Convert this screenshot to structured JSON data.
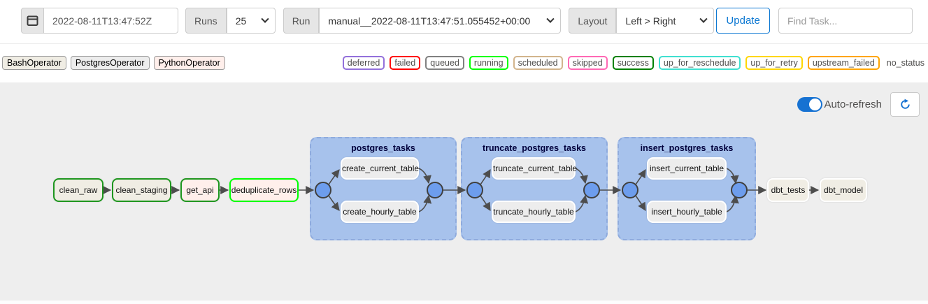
{
  "toolbar": {
    "base_date": "2022-08-11T13:47:52Z",
    "runs_label": "Runs",
    "runs_value": "25",
    "run_label": "Run",
    "run_value": "manual__2022-08-11T13:47:51.055452+00:00",
    "layout_label": "Layout",
    "layout_value": "Left > Right",
    "update_label": "Update",
    "find_task_placeholder": "Find Task..."
  },
  "legend": {
    "operators": [
      {
        "label": "BashOperator",
        "fill": "#f0ede4"
      },
      {
        "label": "PostgresOperator",
        "fill": "#ededed"
      },
      {
        "label": "PythonOperator",
        "fill": "#ffefeb"
      }
    ],
    "statuses": [
      {
        "label": "deferred",
        "border": "#9370DB"
      },
      {
        "label": "failed",
        "border": "#FF0000"
      },
      {
        "label": "queued",
        "border": "#808080"
      },
      {
        "label": "running",
        "border": "#00FF00"
      },
      {
        "label": "scheduled",
        "border": "#D2B48C"
      },
      {
        "label": "skipped",
        "border": "#FF69B4"
      },
      {
        "label": "success",
        "border": "#008000"
      },
      {
        "label": "up_for_reschedule",
        "border": "#40E0D0"
      },
      {
        "label": "up_for_retry",
        "border": "#FFD700"
      },
      {
        "label": "upstream_failed",
        "border": "#FFA500"
      },
      {
        "label": "no_status",
        "border": "none"
      }
    ]
  },
  "controls": {
    "auto_refresh_label": "Auto-refresh",
    "auto_refresh_on": true
  },
  "graph": {
    "groups": [
      {
        "label": "postgres_tasks"
      },
      {
        "label": "truncate_postgres_tasks"
      },
      {
        "label": "insert_postgres_tasks"
      }
    ],
    "nodes": {
      "clean_raw": {
        "label": "clean_raw",
        "operator": "BashOperator",
        "status": "success"
      },
      "clean_staging": {
        "label": "clean_staging",
        "operator": "BashOperator",
        "status": "success"
      },
      "get_api": {
        "label": "get_api",
        "operator": "PythonOperator",
        "status": "success"
      },
      "deduplicate_rows": {
        "label": "deduplicate_rows",
        "operator": "PythonOperator",
        "status": "running"
      },
      "create_current_table": {
        "label": "create_current_table",
        "operator": "PostgresOperator",
        "status": "no_status"
      },
      "create_hourly_table": {
        "label": "create_hourly_table",
        "operator": "PostgresOperator",
        "status": "no_status"
      },
      "truncate_current_table": {
        "label": "truncate_current_table",
        "operator": "PostgresOperator",
        "status": "no_status"
      },
      "truncate_hourly_table": {
        "label": "truncate_hourly_table",
        "operator": "PostgresOperator",
        "status": "no_status"
      },
      "insert_current_table": {
        "label": "insert_current_table",
        "operator": "PostgresOperator",
        "status": "no_status"
      },
      "insert_hourly_table": {
        "label": "insert_hourly_table",
        "operator": "PostgresOperator",
        "status": "no_status"
      },
      "dbt_tests": {
        "label": "dbt_tests",
        "operator": "BashOperator",
        "status": "no_status"
      },
      "dbt_model": {
        "label": "dbt_model",
        "operator": "BashOperator",
        "status": "no_status"
      }
    },
    "edges": [
      [
        "clean_raw",
        "clean_staging"
      ],
      [
        "clean_staging",
        "get_api"
      ],
      [
        "get_api",
        "deduplicate_rows"
      ],
      [
        "deduplicate_rows",
        "postgres_tasks"
      ],
      [
        "postgres_tasks.in",
        "create_current_table"
      ],
      [
        "postgres_tasks.in",
        "create_hourly_table"
      ],
      [
        "create_current_table",
        "postgres_tasks.out"
      ],
      [
        "create_hourly_table",
        "postgres_tasks.out"
      ],
      [
        "postgres_tasks",
        "truncate_postgres_tasks"
      ],
      [
        "truncate_postgres_tasks.in",
        "truncate_current_table"
      ],
      [
        "truncate_postgres_tasks.in",
        "truncate_hourly_table"
      ],
      [
        "truncate_current_table",
        "truncate_postgres_tasks.out"
      ],
      [
        "truncate_hourly_table",
        "truncate_postgres_tasks.out"
      ],
      [
        "truncate_postgres_tasks",
        "insert_postgres_tasks"
      ],
      [
        "insert_postgres_tasks.in",
        "insert_current_table"
      ],
      [
        "insert_postgres_tasks.in",
        "insert_hourly_table"
      ],
      [
        "insert_current_table",
        "insert_postgres_tasks.out"
      ],
      [
        "insert_hourly_table",
        "insert_postgres_tasks.out"
      ],
      [
        "insert_postgres_tasks",
        "dbt_tests"
      ],
      [
        "dbt_tests",
        "dbt_model"
      ]
    ]
  },
  "colors": {
    "accent_blue": "#0d78d2",
    "toggle_blue": "#1672d2",
    "group_fill": "#a7c2ec",
    "join_circle_fill": "#6d9ded",
    "graph_background": "#eeeeee",
    "edge": "#4d4d4d",
    "success_border": "#1e961e",
    "running_border": "#00FF00"
  }
}
